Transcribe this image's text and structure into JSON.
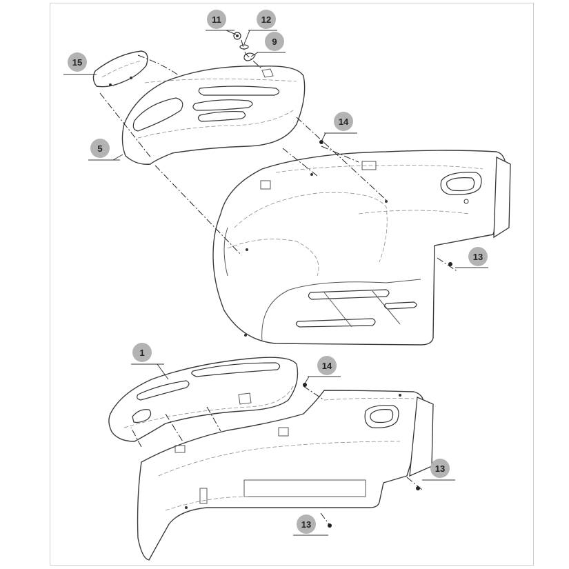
{
  "diagram": {
    "title": "",
    "callouts": [
      {
        "id": "11",
        "label": "11"
      },
      {
        "id": "12",
        "label": "12"
      },
      {
        "id": "9",
        "label": "9"
      },
      {
        "id": "15",
        "label": "15"
      },
      {
        "id": "5",
        "label": "5"
      },
      {
        "id": "14a",
        "label": "14"
      },
      {
        "id": "13a",
        "label": "13"
      },
      {
        "id": "1",
        "label": "1"
      },
      {
        "id": "14b",
        "label": "14"
      },
      {
        "id": "13b",
        "label": "13"
      },
      {
        "id": "13c",
        "label": "13"
      }
    ],
    "colors": {
      "badge": "#b3b3b3",
      "line": "#333333",
      "background": "#ffffff"
    }
  }
}
